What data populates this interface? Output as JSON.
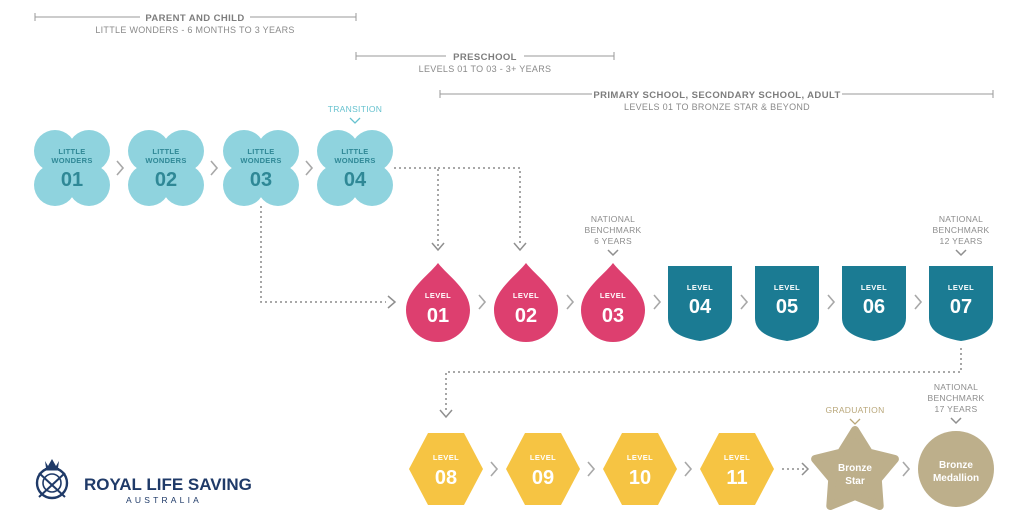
{
  "headers": {
    "parent_child": {
      "title": "PARENT AND CHILD",
      "sub": "LITTLE WONDERS - 6 MONTHS TO 3 YEARS"
    },
    "preschool": {
      "title": "PRESCHOOL",
      "sub": "LEVELS 01 TO 03 - 3+ YEARS"
    },
    "primary": {
      "title": "PRIMARY SCHOOL, SECONDARY SCHOOL, ADULT",
      "sub": "LEVELS 01 TO BRONZE STAR & BEYOND"
    }
  },
  "notes": {
    "transition": "TRANSITION",
    "nb6": [
      "NATIONAL",
      "BENCHMARK",
      "6 YEARS"
    ],
    "nb12": [
      "NATIONAL",
      "BENCHMARK",
      "12 YEARS"
    ],
    "graduation": "GRADUATION",
    "nb17": [
      "NATIONAL",
      "BENCHMARK",
      "17 YEARS"
    ]
  },
  "little_wonders": [
    {
      "line1": "LITTLE",
      "line2": "WONDERS",
      "num": "01"
    },
    {
      "line1": "LITTLE",
      "line2": "WONDERS",
      "num": "02"
    },
    {
      "line1": "LITTLE",
      "line2": "WONDERS",
      "num": "03"
    },
    {
      "line1": "LITTLE",
      "line2": "WONDERS",
      "num": "04"
    }
  ],
  "level_word": "LEVEL",
  "pink_levels": [
    "01",
    "02",
    "03"
  ],
  "teal_levels": [
    "04",
    "05",
    "06",
    "07"
  ],
  "gold_levels": [
    "08",
    "09",
    "10",
    "11"
  ],
  "bronze_star": [
    "Bronze",
    "Star"
  ],
  "bronze_medallion": [
    "Bronze",
    "Medallion"
  ],
  "logo": {
    "name": "ROYAL LIFE SAVING",
    "country": "AUSTRALIA"
  },
  "colors": {
    "little_wonders": "#8fd3de",
    "pink": "#dd3f6f",
    "teal": "#1b7b93",
    "gold": "#f6c443",
    "bronze": "#bdaf8b",
    "navy": "#1f3a68"
  }
}
